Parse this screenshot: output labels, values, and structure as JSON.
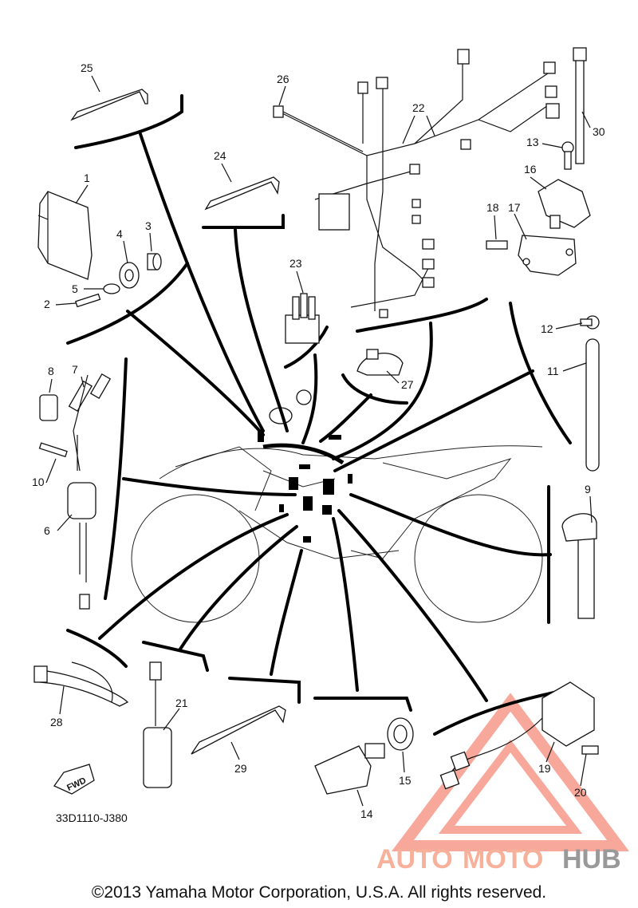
{
  "parts": [
    {
      "num": "1"
    },
    {
      "num": "2"
    },
    {
      "num": "3"
    },
    {
      "num": "4"
    },
    {
      "num": "5"
    },
    {
      "num": "6"
    },
    {
      "num": "7"
    },
    {
      "num": "8"
    },
    {
      "num": "9"
    },
    {
      "num": "10"
    },
    {
      "num": "11"
    },
    {
      "num": "12"
    },
    {
      "num": "13"
    },
    {
      "num": "14"
    },
    {
      "num": "15"
    },
    {
      "num": "16"
    },
    {
      "num": "17"
    },
    {
      "num": "18"
    },
    {
      "num": "19"
    },
    {
      "num": "20"
    },
    {
      "num": "21"
    },
    {
      "num": "22"
    },
    {
      "num": "23"
    },
    {
      "num": "24"
    },
    {
      "num": "25"
    },
    {
      "num": "26"
    },
    {
      "num": "27"
    },
    {
      "num": "28"
    },
    {
      "num": "29"
    },
    {
      "num": "30"
    }
  ],
  "diagram_code": "33D1110-J380",
  "fwd_label": "FWD",
  "copyright": "©2013 Yamaha Motor Corporation, U.S.A. All rights reserved.",
  "watermark": {
    "part1": "AUTO",
    "part2": "MOTO",
    "part3": "HUB",
    "color_main": "#f7b09a",
    "color_hub": "#999999"
  }
}
